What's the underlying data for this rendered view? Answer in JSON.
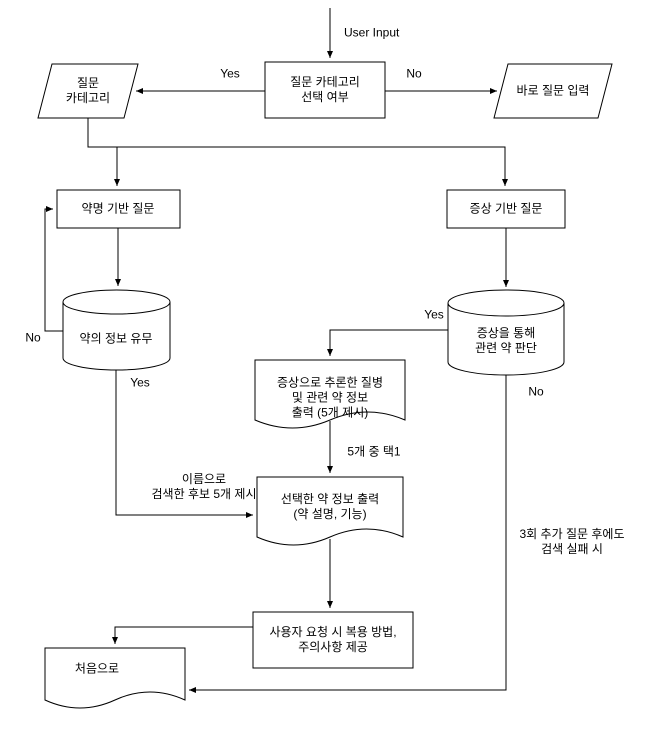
{
  "diagram": {
    "background": "#ffffff",
    "stroke_color": "#000000",
    "nodes": {
      "user_input": {
        "label": "User Input"
      },
      "category_select": {
        "line1": "질문 카테고리",
        "line2": "선택 여부"
      },
      "question_category": {
        "line1": "질문",
        "line2": "카테고리"
      },
      "direct_input": {
        "label": "바로 질문 입력"
      },
      "drug_name_question": {
        "label": "약명 기반 질문"
      },
      "symptom_question": {
        "label": "증상 기반 질문"
      },
      "drug_info_db": {
        "label": "약의 정보 유무"
      },
      "symptom_drug_db": {
        "line1": "증상을 통해",
        "line2": "관련 약 판단"
      },
      "inferred_output": {
        "line1": "증상으로 추론한 질병",
        "line2": "및 관련 약 정보",
        "line3": "출력 (5개 제시)"
      },
      "selected_drug_output": {
        "line1": "선택한 약 정보 출력",
        "line2": "(약 설명, 기능)"
      },
      "usage_info": {
        "line1": "사용자 요청 시 복용 방법,",
        "line2": "주의사항 제공"
      },
      "restart": {
        "label": "처음으로"
      }
    },
    "edges": {
      "yes_category": "Yes",
      "no_category": "No",
      "no_drug_info": "No",
      "yes_drug_info": "Yes",
      "yes_symptom_match": "Yes",
      "no_symptom_match": "No",
      "choose_one": "5개 중 택1",
      "name_candidates": {
        "line1": "이름으로",
        "line2": "검색한 후보 5개 제시"
      },
      "search_fail": {
        "line1": "3회 추가 질문 후에도",
        "line2": "검색 실패 시"
      }
    }
  }
}
